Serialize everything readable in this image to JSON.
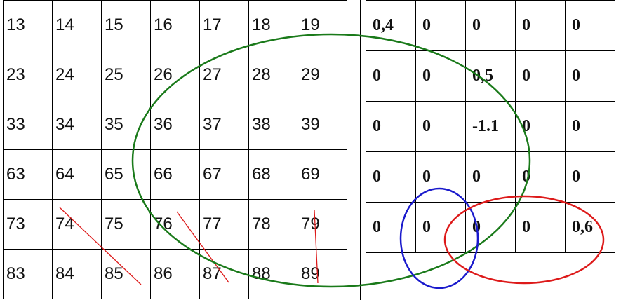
{
  "left_table": {
    "rows": [
      [
        "13",
        "14",
        "15",
        "16",
        "17",
        "18",
        "19"
      ],
      [
        "23",
        "24",
        "25",
        "26",
        "27",
        "28",
        "29"
      ],
      [
        "33",
        "34",
        "35",
        "36",
        "37",
        "38",
        "39"
      ],
      [
        "63",
        "64",
        "65",
        "66",
        "67",
        "68",
        "69"
      ],
      [
        "73",
        "74",
        "75",
        "76",
        "77",
        "78",
        "79"
      ],
      [
        "83",
        "84",
        "85",
        "86",
        "87",
        "88",
        "89"
      ]
    ]
  },
  "right_table": {
    "rows": [
      [
        "0,4",
        "0",
        "0",
        "0",
        "0"
      ],
      [
        "0",
        "0",
        "0,5",
        "0",
        "0"
      ],
      [
        "0",
        "0",
        "-1.1",
        "0",
        "0"
      ],
      [
        "0",
        "0",
        "0",
        "0",
        "0"
      ],
      [
        "0",
        "0",
        "0",
        "0",
        "0,6"
      ]
    ]
  },
  "colors": {
    "green": "#1a7a1a",
    "blue": "#1a1acc",
    "red": "#dd1a1a",
    "line": "#000000"
  }
}
